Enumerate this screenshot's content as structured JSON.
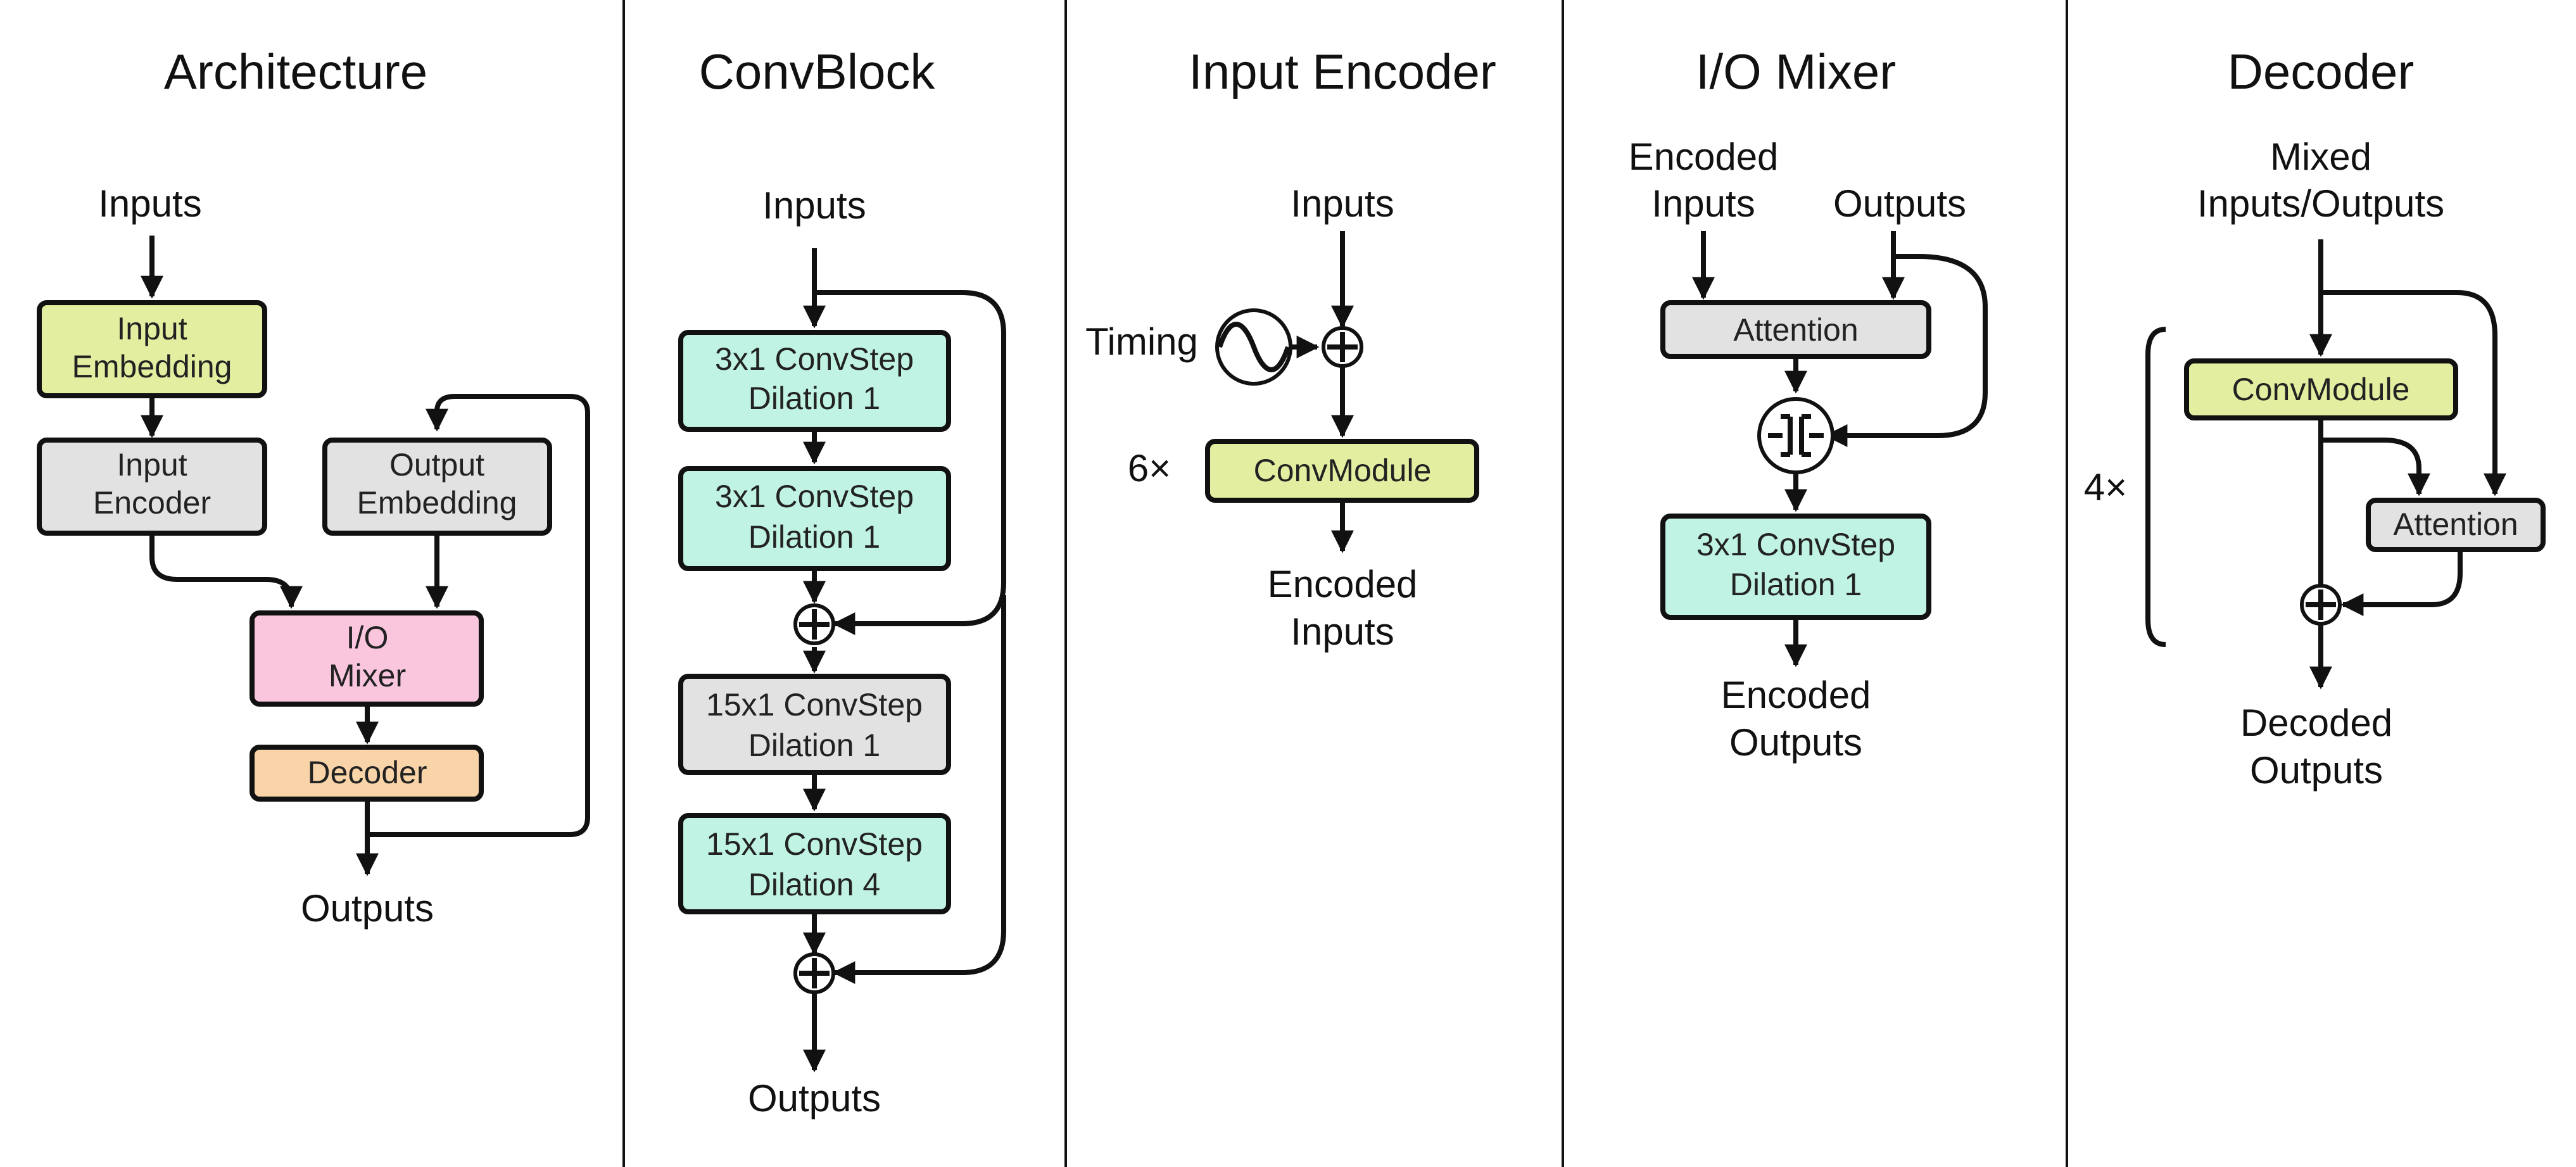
{
  "colors": {
    "green": "#e3eea0",
    "gray": "#e2e2e2",
    "pink": "#f9c6dd",
    "orange": "#f8d4a8",
    "teal": "#c0f3e3",
    "ink": "#111111"
  },
  "panels": {
    "architecture": {
      "title": "Architecture",
      "inputs": "Inputs",
      "input_embedding": [
        "Input",
        "Embedding"
      ],
      "input_encoder": [
        "Input",
        "Encoder"
      ],
      "output_embedding": [
        "Output",
        "Embedding"
      ],
      "io_mixer": [
        "I/O",
        "Mixer"
      ],
      "decoder": "Decoder",
      "outputs": "Outputs"
    },
    "convblock": {
      "title": "ConvBlock",
      "inputs": "Inputs",
      "step1": [
        "3x1 ConvStep",
        "Dilation 1"
      ],
      "step2": [
        "3x1 ConvStep",
        "Dilation 1"
      ],
      "step3": [
        "15x1 ConvStep",
        "Dilation 1"
      ],
      "step4": [
        "15x1 ConvStep",
        "Dilation 4"
      ],
      "outputs": "Outputs"
    },
    "input_encoder": {
      "title": "Input Encoder",
      "inputs": "Inputs",
      "timing": "Timing",
      "repeat": "6×",
      "convmodule": "ConvModule",
      "encoded": [
        "Encoded",
        "Inputs"
      ]
    },
    "io_mixer": {
      "title": "I/O Mixer",
      "encoded_inputs": [
        "Encoded",
        "Inputs"
      ],
      "outputs": "Outputs",
      "attention": "Attention",
      "step": [
        "3x1 ConvStep",
        "Dilation 1"
      ],
      "encoded_outputs": [
        "Encoded",
        "Outputs"
      ]
    },
    "decoder": {
      "title": "Decoder",
      "mixed": [
        "Mixed",
        "Inputs/Outputs"
      ],
      "repeat": "4×",
      "convmodule": "ConvModule",
      "attention": "Attention",
      "decoded": [
        "Decoded",
        "Outputs"
      ]
    }
  }
}
